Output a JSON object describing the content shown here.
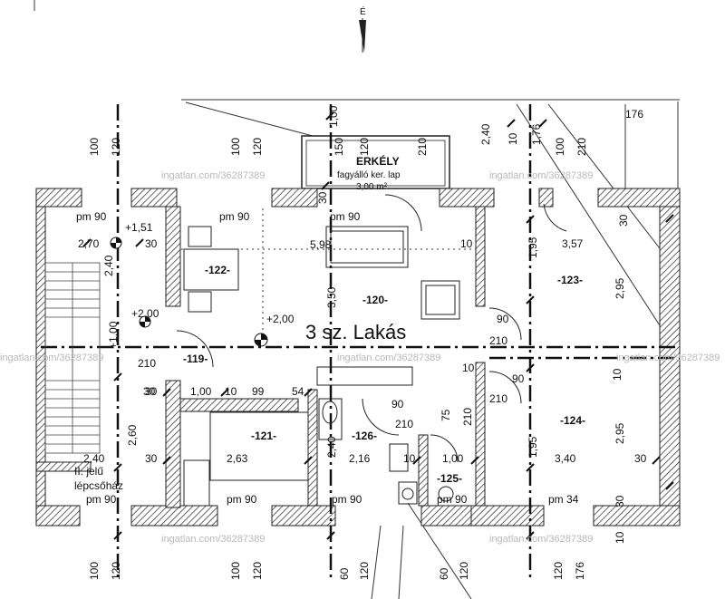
{
  "north_label": "É",
  "apartment_label": "3 sz. Lakás",
  "stair_label_1": "II. jelű",
  "stair_label_2": "lépcsőház",
  "balcony": {
    "title": "ERKÉLY",
    "floor": "fagyálló ker. lap",
    "area": "3,00 m²"
  },
  "watermark": "ingatlan.com/36287389",
  "building_number": "176",
  "rooms": [
    {
      "code": "-122-"
    },
    {
      "code": "-120-"
    },
    {
      "code": "-123-"
    },
    {
      "code": "-119-"
    },
    {
      "code": "-121-"
    },
    {
      "code": "-126-"
    },
    {
      "code": "-124-"
    },
    {
      "code": "-125-"
    }
  ],
  "levels": {
    "pm90": "pm 90",
    "pm34": "pm 34",
    "l151": "+1,51",
    "l200": "+2,00",
    "l200b": "+2,00",
    "l100": "+1,00"
  },
  "dimensions": {
    "d270": "2,70",
    "d598": "5,98",
    "d357": "3,57",
    "d350": "3,50",
    "d195a": "1,95",
    "d295a": "2,95",
    "d195b": "1,95",
    "d295b": "2,95",
    "d100a": "1,00",
    "d99": "99",
    "d54": "54",
    "d263": "2,63",
    "d240a": "2,40",
    "d216": "2,16",
    "d100b": "1,00",
    "d340": "3,40",
    "d240b": "2,40",
    "d260": "2,60",
    "d240c": "2,40",
    "d90a": "90",
    "d90b": "90",
    "d90c": "90",
    "d210a": "210",
    "d210b": "210",
    "d210c": "210",
    "d210d": "210",
    "d210e": "210",
    "d30a": "30",
    "d30b": "30",
    "d30c": "30",
    "d30d": "30",
    "d30e": "30",
    "d30f": "30",
    "d30g": "30",
    "d10a": "10",
    "d10b": "10",
    "d10c": "10",
    "d10d": "10",
    "d10e": "10",
    "d75": "75",
    "d150": "150",
    "d100top": "1,00",
    "d240top": "2,40",
    "d176top": "1,76",
    "d10top": "10",
    "t100a": "100",
    "t120a": "120",
    "t100b": "100",
    "t120b": "120",
    "t120c": "120",
    "t210": "210",
    "t100c": "100",
    "t210b": "210",
    "b100a": "100",
    "b120a": "120",
    "b100b": "100",
    "b120b": "120",
    "b60a": "60",
    "b120c": "120",
    "b60b": "60",
    "b120d": "120",
    "b120e": "120",
    "b176": "176",
    "b10": "10",
    "b30": "30"
  }
}
